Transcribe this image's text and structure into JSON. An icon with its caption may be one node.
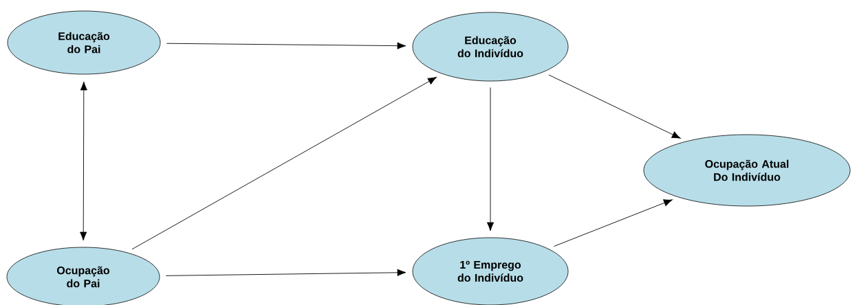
{
  "diagram": {
    "nodes": [
      {
        "text": [
          "Educação do Pai"
        ]
      },
      {
        "text": [
          "Ocupação do Pai"
        ]
      },
      {
        "text": [
          "Educação do Indivíduo"
        ]
      },
      {
        "text": [
          "1º Emprego do Indivíduo"
        ]
      },
      {
        "text": [
          "Ocupação Atual Do Indivíduo"
        ]
      }
    ],
    "edges": [
      {
        "from": 0,
        "to": 2,
        "arrow": "to"
      },
      {
        "from": 0,
        "to": 1,
        "arrow": "both"
      },
      {
        "from": 1,
        "to": 2,
        "arrow": "to"
      },
      {
        "from": 1,
        "to": 3,
        "arrow": "to"
      },
      {
        "from": 2,
        "to": 3,
        "arrow": "to"
      },
      {
        "from": 2,
        "to": 4,
        "arrow": "to"
      },
      {
        "from": 3,
        "to": 4,
        "arrow": "to"
      }
    ]
  }
}
